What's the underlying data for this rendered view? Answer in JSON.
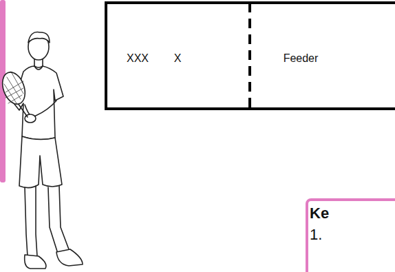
{
  "diagram": {
    "nodes": [
      {
        "text": [
          "XXX",
          "X",
          "Feeder"
        ]
      },
      {
        "text": [
          "Ke",
          "1."
        ]
      }
    ]
  }
}
